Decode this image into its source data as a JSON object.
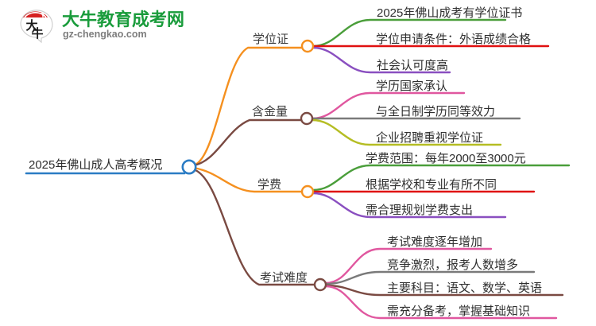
{
  "logo": {
    "mark_text": "大牛",
    "brand_cn": "大牛教育成考网",
    "brand_en": "gz-chengkao.com",
    "brand_color": "#1a9c3c",
    "mark_color": "#d62121"
  },
  "mindmap": {
    "root": {
      "label": "2025年佛山成人高考概况",
      "accent_color": "#2b7cc4"
    },
    "branches": [
      {
        "label": "学位证",
        "color": "#f5901f",
        "node_color": "#f5901f",
        "children": [
          {
            "label": "2025年佛山成考有学位证书",
            "color": "#4a9e3a"
          },
          {
            "label": "学位申请条件：外语成绩合格",
            "color": "#e01010"
          },
          {
            "label": "社会认可度高",
            "color": "#8a4fc0"
          }
        ]
      },
      {
        "label": "含金量",
        "color": "#7a4a42",
        "node_color": "#7a4a42",
        "children": [
          {
            "label": "学历国家承认",
            "color": "#e0579f"
          },
          {
            "label": "与全日制学历同等效力",
            "color": "#7a7a7a"
          },
          {
            "label": "企业招聘重视学位证",
            "color": "#b5bd23"
          }
        ]
      },
      {
        "label": "学费",
        "color": "#f5901f",
        "node_color": "#f5901f",
        "children": [
          {
            "label": "学费范围：每年2000至3000元",
            "color": "#4a9e3a"
          },
          {
            "label": "根据学校和专业有所不同",
            "color": "#e01010"
          },
          {
            "label": "需合理规划学费支出",
            "color": "#8a4fc0"
          }
        ]
      },
      {
        "label": "考试难度",
        "color": "#7a4a42",
        "node_color": "#7a4a42",
        "children": [
          {
            "label": "考试难度逐年增加",
            "color": "#e0579f"
          },
          {
            "label": "竞争激烈，报考人数增多",
            "color": "#7a7a7a"
          },
          {
            "label": "主要科目：语文、数学、英语",
            "color": "#7a4a42"
          },
          {
            "label": "需充分备考，掌握基础知识",
            "color": "#e0579f"
          }
        ]
      }
    ]
  }
}
